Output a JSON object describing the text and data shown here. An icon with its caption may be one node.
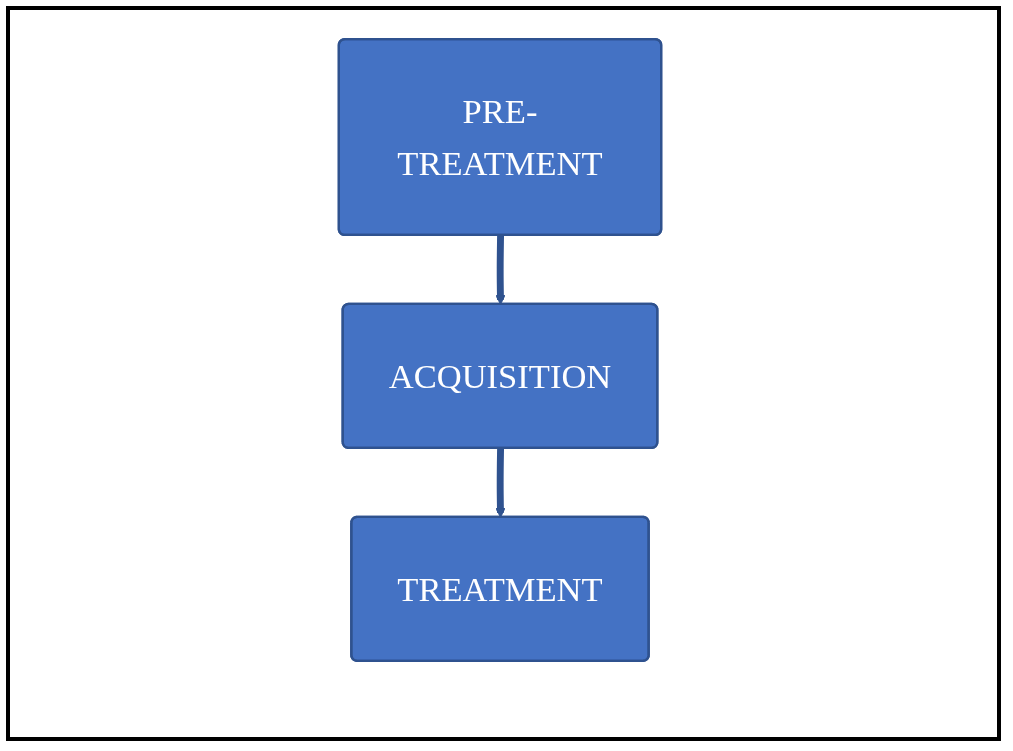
{
  "diagram": {
    "nodes": [
      {
        "text": [
          "PRE-TREATMENT"
        ]
      },
      {
        "text": [
          "ACQUISITION"
        ]
      },
      {
        "text": [
          "TREATMENT"
        ]
      }
    ],
    "edges": [
      {
        "from": 0,
        "to": 1,
        "arrow": "to"
      },
      {
        "from": 1,
        "to": 2,
        "arrow": "to"
      }
    ]
  }
}
